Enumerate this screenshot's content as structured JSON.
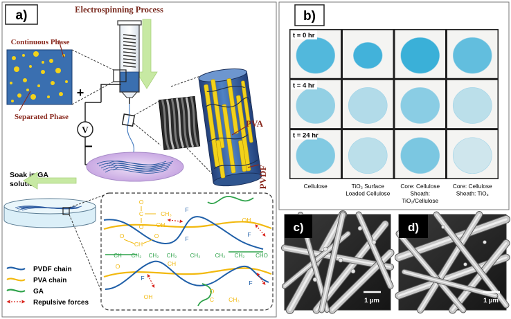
{
  "panel_a": {
    "label": "a)",
    "process_title": "Electrospinning Process",
    "continuous_phase": "Continuous Phase",
    "separated_phase": "Separated Phase",
    "plus": "+",
    "minus": "–",
    "voltage": "V",
    "pva": "PVA",
    "pvdf": "PVDF",
    "soak_line1": "Soak in GA",
    "soak_line2": "solution",
    "legend": [
      {
        "label": "PVDF chain",
        "color": "#1f5fa8"
      },
      {
        "label": "PVA chain",
        "color": "#f2b90f"
      },
      {
        "label": "GA",
        "color": "#2ea24a"
      },
      {
        "label": "Repulsive forces",
        "color": "#d9241c"
      }
    ],
    "chem": {
      "acetate_c": "C",
      "acetate_ch3": "CH₃",
      "acetate_o": "O",
      "ring_ch": "CH",
      "ch": "CH",
      "ch2": "CH₂",
      "cho": "CHO",
      "oh": "OH",
      "f": "F",
      "o": "O"
    },
    "colors": {
      "blue_fill": "#3a6fb0",
      "yellow": "#f2d21a",
      "arrow_green": "#c7e9a3"
    }
  },
  "panel_b": {
    "label": "b)",
    "rows": [
      "t = 0 hr",
      "t = 4 hr",
      "t = 24 hr"
    ],
    "columns": [
      [
        "Cellulose"
      ],
      [
        "TiO₂ Surface",
        "Loaded Cellulose"
      ],
      [
        "Core: Cellulose",
        "Sheath:",
        "TiO₂/Cellulose"
      ],
      [
        "Core: Cellulose",
        "Sheath: TiO₂"
      ]
    ],
    "stain_intensity": [
      [
        0.85,
        0.95,
        1.0,
        0.75
      ],
      [
        0.45,
        0.25,
        0.5,
        0.2
      ],
      [
        0.55,
        0.2,
        0.6,
        0.08
      ]
    ],
    "colors": {
      "dye": "#29a9d6"
    }
  },
  "panel_c": {
    "label": "c)",
    "scale": "1 µm"
  },
  "panel_d": {
    "label": "d)",
    "scale": "1 µm"
  }
}
